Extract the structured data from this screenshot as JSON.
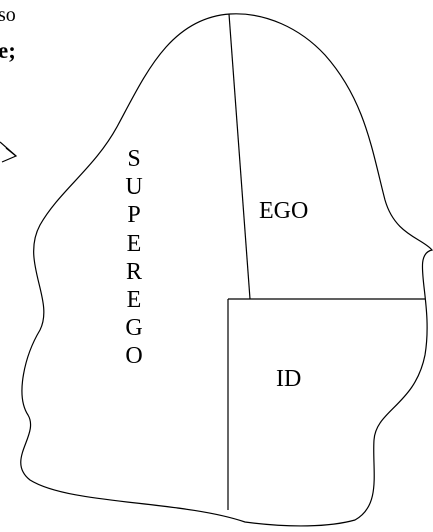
{
  "cut_text": {
    "top": "so",
    "bold": "e;"
  },
  "labels": {
    "ego": "EGO",
    "id": "ID",
    "superego": "SUPEREGO"
  },
  "arrow_icon": "arrowhead-icon",
  "colors": {
    "stroke": "#000000",
    "background": "#ffffff"
  }
}
